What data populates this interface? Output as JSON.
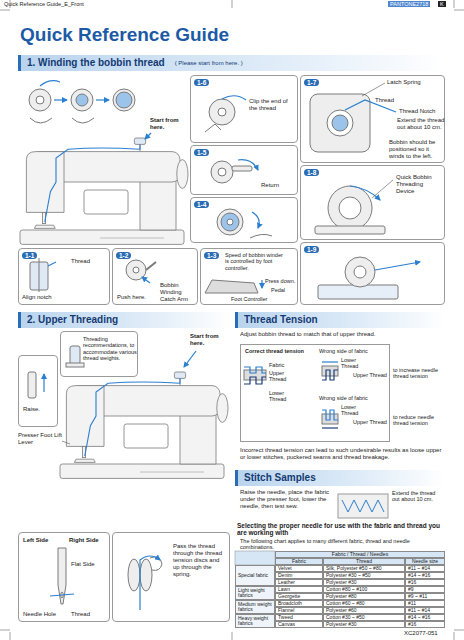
{
  "diagram": {
    "title": "Quick Reference Guide",
    "nodes": [
      {
        "text": [
          "1. Winding the bobbin thread",
          "( Please start from here. )"
        ]
      },
      {
        "text": [
          "1-6",
          "Clip the end of the thread"
        ]
      },
      {
        "text": [
          "1-5",
          "Return"
        ]
      },
      {
        "text": [
          "1-4"
        ]
      },
      {
        "text": [
          "1-7",
          "Latch Spring",
          "Thread",
          "Thread Notch",
          "Extend the thread out about 10 cm.",
          "Bobbin should be positioned so it winds to the left."
        ]
      },
      {
        "text": [
          "1-8",
          "Quick Bobbin Threading Device"
        ]
      },
      {
        "text": [
          "1-9"
        ]
      },
      {
        "text": [
          "1-1",
          "Align notch",
          "Thread"
        ]
      },
      {
        "text": [
          "1-2",
          "Push here.",
          "Bobbin Winding Catch Arm"
        ]
      },
      {
        "text": [
          "1-3",
          "Speed of bobbin winder is controlled by foot controller.",
          "Press down.",
          "Pedal",
          "Foot Controller"
        ]
      },
      {
        "text": [
          "2. Upper Threading"
        ]
      },
      {
        "text": [
          "Threading recommendations, to accommodate various thread weights."
        ]
      },
      {
        "text": [
          "Raise."
        ]
      },
      {
        "text": [
          "Thread Tension"
        ]
      },
      {
        "text": [
          "Correct thread tension",
          "Fabric",
          "Upper Thread",
          "Lower Thread",
          "Wrong side of fabric",
          "Lower Thread",
          "Upper Thread",
          "Wrong side of fabric",
          "Lower Thread",
          "Upper Thread"
        ]
      },
      {
        "text": [
          "Stitch Samples"
        ]
      },
      {
        "text": [
          "Left Side",
          "Right Side",
          "Flat Side",
          "Needle Hole",
          "Thread"
        ]
      },
      {
        "text": [
          "Pass the thread through the thread tension discs and up through the spring."
        ]
      }
    ],
    "labels": [
      "Quick Reference Guide_E_Front",
      "PANTONE2718",
      "K",
      "Start from here.",
      "Start from here.",
      "Presser Foot Lift Lever",
      "Adjust bobbin thread to match that of upper thread.",
      "to increase needle thread tension",
      "to reduce needle thread tension",
      "Incorrect thread tension can lead to such undesirable results as loose upper or lower stitches, puckered seams and thread breakage.",
      "Raise the needle, place the fabric under the presser foot, lower the needle, then test sew.",
      "Extend the thread out about 10 cm.",
      "Selecting the proper needle for use with the fabric and thread you are working with",
      "The following chart applies to many different fabric, thread and needle combinations.",
      "XC2077-051",
      "Fabric / Thread / Needles",
      "Fabric",
      "Thread",
      "Needle size",
      "Special fabric",
      "Velvet",
      "Silk, Polyester #50 ~ #80",
      "#11 ~ #14",
      "Denim",
      "Polyester #30 ~ #50",
      "#14 ~ #16",
      "Leather",
      "Polyester #30",
      "#16",
      "Light weight fabrics",
      "Lawn",
      "Cotton #80 ~ #100",
      "#9",
      "Georgette",
      "Polyester #80",
      "#9 ~ #11",
      "Medium weight fabrics",
      "Broadcloth",
      "Cotton #60 ~ #80",
      "#11",
      "Flannel",
      "Polyester #60",
      "#11 ~ #14",
      "Heavy weight fabrics",
      "Tweed",
      "Cotton #30 ~ #50",
      "#14 ~ #16",
      "Canvas",
      "Polyester #30",
      "#16"
    ]
  }
}
